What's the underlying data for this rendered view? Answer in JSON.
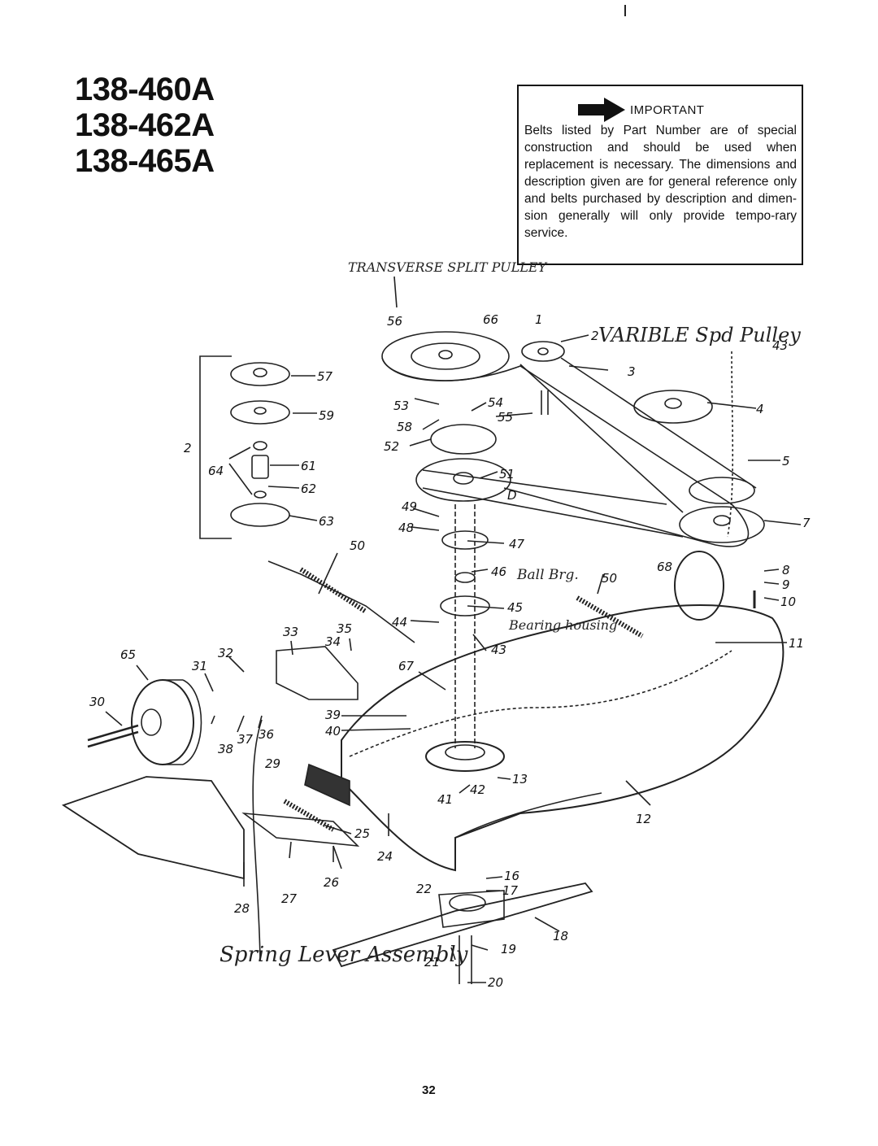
{
  "models": [
    "138-460A",
    "138-462A",
    "138-465A"
  ],
  "notice": {
    "heading": "IMPORTANT",
    "icon": "arrow-right-icon",
    "text": "Belts listed by Part Number are of special construction and should be used when replacement is necessary. The dimensions and description given are for general reference only and belts purchased by description and dimen-sion generally will only provide tempo-rary service."
  },
  "handwritten_notes": {
    "split_pulley": "TRANSVERSE SPLIT PULLEY",
    "variable_pulley": "VARIBLE Spd Pulley",
    "ball_bearing": "Ball Brg.",
    "bearing_housing": "Bearing housing",
    "spring_lever": "Spring Lever Assembly"
  },
  "labels": {
    "p1": "1",
    "p2": "2",
    "p3": "3",
    "p4": "4",
    "p5": "5",
    "p7": "7",
    "p8": "8",
    "p9": "9",
    "p10": "10",
    "p11": "11",
    "p12": "12",
    "p13": "13",
    "p16": "16",
    "p17": "17",
    "p18": "18",
    "p19": "19",
    "p20": "20",
    "p21": "21",
    "p22": "22",
    "p24": "24",
    "p25": "25",
    "p26": "26",
    "p27": "27",
    "p28": "28",
    "p29": "29",
    "p30": "30",
    "p31": "31",
    "p32": "32",
    "p33": "33",
    "p34": "34",
    "p35": "35",
    "p36": "36",
    "p37": "37",
    "p38": "38",
    "p39": "39",
    "p40": "40",
    "p41": "41",
    "p42": "42",
    "p43": "43",
    "p43b": "43",
    "p44": "44",
    "p45": "45",
    "p46": "46",
    "p47": "47",
    "p48": "48",
    "p49": "49",
    "p50": "50",
    "p50b": "50",
    "p51": "51",
    "p52": "52",
    "p53": "53",
    "p54": "54",
    "p55": "55",
    "p56": "56",
    "p57": "57",
    "p58": "58",
    "p59": "59",
    "p61": "61",
    "p62": "62",
    "p63": "63",
    "p64": "64",
    "p65": "65",
    "p66": "66",
    "p67": "67",
    "p68": "68",
    "p2b": "2",
    "d": "D"
  },
  "page_number": "32"
}
